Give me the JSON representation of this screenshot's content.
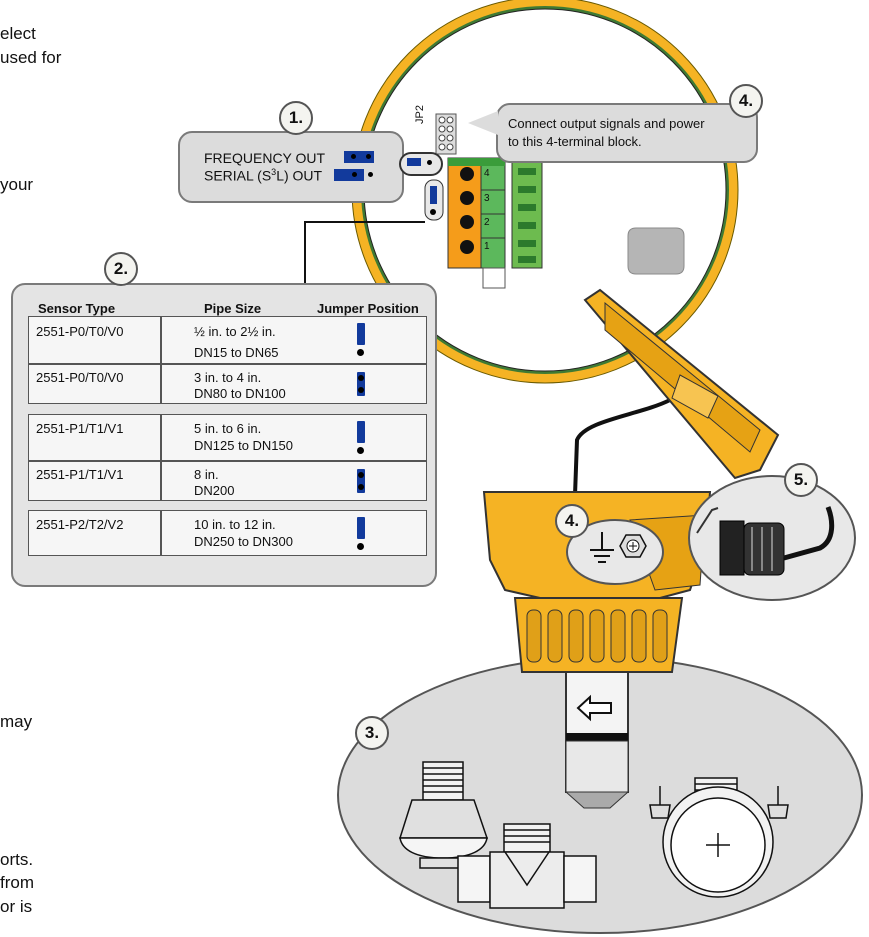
{
  "left_text_fragments": [
    "elect",
    "used for",
    "your",
    "may",
    "orts.",
    "from",
    "or is"
  ],
  "callout1": {
    "badge": "1.",
    "frequency_label": "FREQUENCY OUT",
    "serial_label_prefix": "SERIAL (S",
    "serial_label_sup": "3",
    "serial_label_suffix": "L) OUT"
  },
  "callout4_top": {
    "badge": "4.",
    "line1": "Connect output signals and power",
    "line2": "to this 4-terminal block."
  },
  "board": {
    "jumper_label": "JP2",
    "terminals": [
      "4",
      "3",
      "2",
      "1"
    ]
  },
  "table": {
    "badge": "2.",
    "headers": [
      "Sensor Type",
      "Pipe Size",
      "Jumper Position"
    ],
    "rows": [
      {
        "sensor": "2551-P0/T0/V0",
        "size1": "½ in. to 2½ in.",
        "size2": "DN15 to DN65"
      },
      {
        "sensor": "2551-P0/T0/V0",
        "size1": "3 in. to 4 in.",
        "size2": "DN80 to DN100"
      },
      {
        "sensor": "2551-P1/T1/V1",
        "size1": "5 in. to 6 in.",
        "size2": "DN125 to DN150"
      },
      {
        "sensor": "2551-P1/T1/V1",
        "size1": "8 in.",
        "size2": "DN200"
      },
      {
        "sensor": "2551-P2/T2/V2",
        "size1": "10 in. to 12 in.",
        "size2": "DN250 to DN300"
      }
    ]
  },
  "ground_callout": {
    "badge": "4."
  },
  "cable_callout": {
    "badge": "5."
  },
  "fittings_callout": {
    "badge": "3."
  },
  "colors": {
    "housing_yellow": "#f5b324",
    "ring_green": "#3f7a33",
    "callout_gray": "#dcdcdc",
    "jumper_blue": "#123a9c",
    "terminal_green": "#5cb85c",
    "terminal_orange": "#f59c1a"
  }
}
